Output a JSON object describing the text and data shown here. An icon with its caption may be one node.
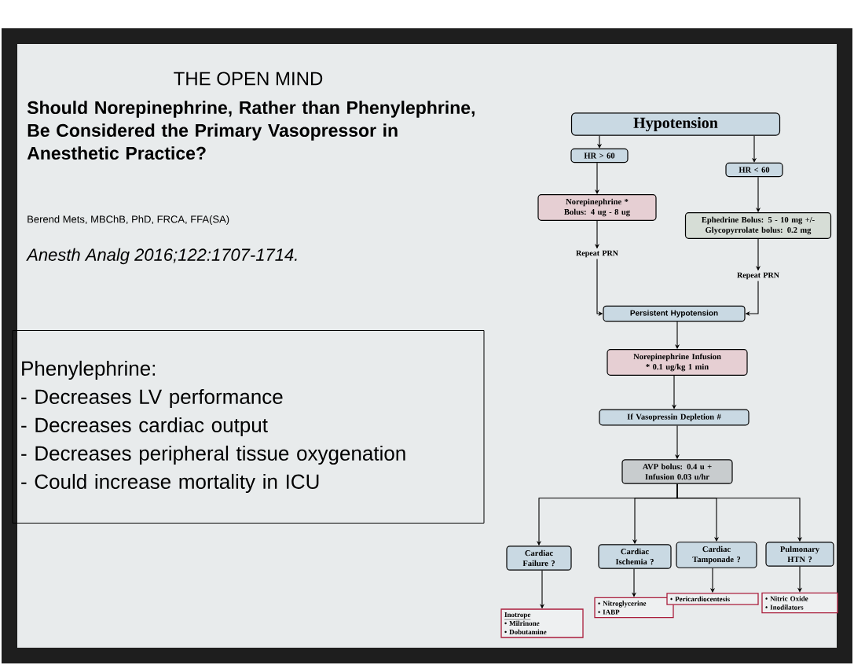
{
  "diagram": {
    "title": "THE OPEN MIND",
    "nodes": [
      {
        "text": [
          "Phenylephrine:",
          "- Decreases LV performance",
          "- Decreases cardiac output",
          "- Decreases peripheral tissue oxygenation",
          "- Could increase mortality in ICU"
        ]
      },
      {
        "text": [
          "Hypotension"
        ]
      },
      {
        "text": [
          "HR > 60"
        ]
      },
      {
        "text": [
          "HR < 60"
        ]
      },
      {
        "text": [
          "Norepinephrine * Bolus: 4 ug - 8 ug"
        ]
      },
      {
        "text": [
          "Ephedrine Bolus: 5 - 10 mg +/- Glycopyrrolate bolus: 0.2 mg"
        ]
      },
      {
        "text": [
          "Repeat PRN"
        ]
      },
      {
        "text": [
          "Repeat PRN"
        ]
      },
      {
        "text": [
          "Persistent Hypotension"
        ]
      },
      {
        "text": [
          "Norepinephrine Infusion * 0.1 ug/kg 1 min"
        ]
      },
      {
        "text": [
          "If Vasopressin Depletion #"
        ]
      },
      {
        "text": [
          "AVP bolus: 0.4 u + Infusion 0.03 u/hr"
        ]
      },
      {
        "text": [
          "Cardiac Failure ?"
        ]
      },
      {
        "text": [
          "Cardiac Ischemia ?"
        ]
      },
      {
        "text": [
          "Cardiac Tamponade ?"
        ]
      },
      {
        "text": [
          "Pulmonary HTN ?"
        ]
      },
      {
        "text": [
          "Inotrope",
          "• Milrinone",
          "• Dobutamine"
        ]
      },
      {
        "text": [
          "• Nitroglycerine",
          "• IABP"
        ]
      },
      {
        "text": [
          "• Pericardiocentesis"
        ]
      },
      {
        "text": [
          "• Nitric Oxide",
          "• Inodilators"
        ]
      }
    ],
    "edges": [
      {
        "from": 1,
        "to": 2,
        "arrow": "to"
      },
      {
        "from": 1,
        "to": 3,
        "arrow": "to"
      },
      {
        "from": 2,
        "to": 4,
        "arrow": "to"
      },
      {
        "from": 3,
        "to": 5,
        "arrow": "to"
      },
      {
        "from": 4,
        "to": 6,
        "arrow": "to"
      },
      {
        "from": 5,
        "to": 7,
        "arrow": "to"
      },
      {
        "from": 6,
        "to": 8,
        "arrow": "to"
      },
      {
        "from": 7,
        "to": 8,
        "arrow": "to"
      },
      {
        "from": 8,
        "to": 9,
        "arrow": "to"
      },
      {
        "from": 9,
        "to": 10,
        "arrow": "to"
      },
      {
        "from": 10,
        "to": 11,
        "arrow": "to"
      },
      {
        "from": 11,
        "to": 12,
        "arrow": "to"
      },
      {
        "from": 11,
        "to": 13,
        "arrow": "to"
      },
      {
        "from": 11,
        "to": 14,
        "arrow": "to"
      },
      {
        "from": 11,
        "to": 15,
        "arrow": "to"
      },
      {
        "from": 12,
        "to": 16,
        "arrow": "to"
      },
      {
        "from": 13,
        "to": 17,
        "arrow": "to"
      },
      {
        "from": 14,
        "to": 18,
        "arrow": "to"
      },
      {
        "from": 15,
        "to": 19,
        "arrow": "to"
      }
    ],
    "labels": [
      "Should Norepinephrine, Rather than Phenylephrine, Be Considered the Primary Vasopressor in Anesthetic Practice?",
      "Berend Mets, MBChB, PhD, FRCA, FFA(SA)",
      "Anesth Analg 2016;122:1707-1714."
    ]
  }
}
